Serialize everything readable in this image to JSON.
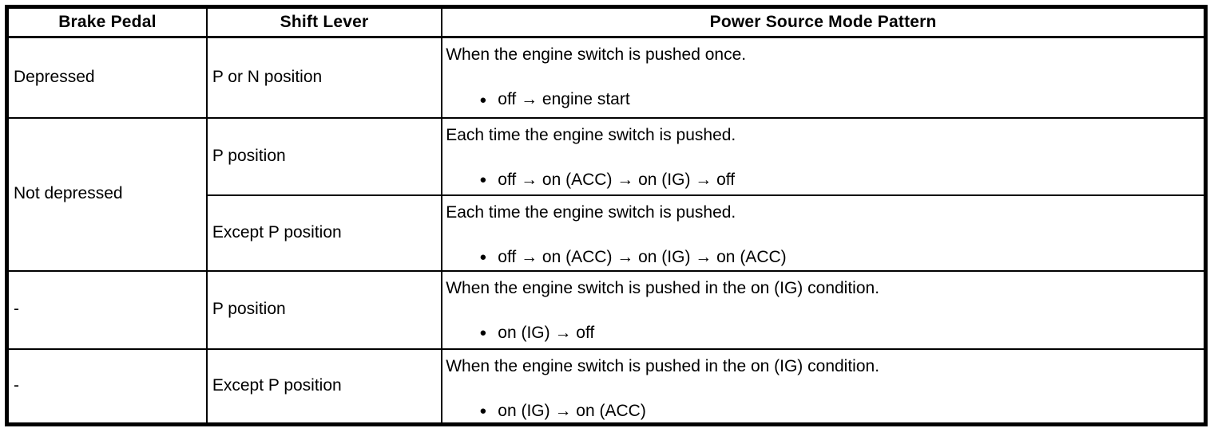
{
  "table": {
    "bullet": "●",
    "columns": [
      {
        "label": "Brake Pedal"
      },
      {
        "label": "Shift Lever"
      },
      {
        "label": "Power Source Mode Pattern"
      }
    ],
    "rows": [
      {
        "brake_pedal": "Depressed",
        "shift_lever": "P or N position",
        "condition": "When the engine switch is pushed once.",
        "pattern": "off → engine start"
      },
      {
        "brake_pedal": "Not depressed",
        "shift_lever": "P position",
        "condition": "Each time the engine switch is pushed.",
        "pattern": "off → on (ACC) → on (IG) → off"
      },
      {
        "shift_lever": "Except P position",
        "condition": "Each time the engine switch is pushed.",
        "pattern": "off → on (ACC) → on (IG) → on (ACC)"
      },
      {
        "brake_pedal": "-",
        "shift_lever": "P position",
        "condition": "When the engine switch is pushed in the on (IG) condition.",
        "pattern": "on (IG) → off"
      },
      {
        "brake_pedal": "-",
        "shift_lever": "Except P position",
        "condition": "When the engine switch is pushed in the on (IG) condition.",
        "pattern": "on (IG) → on (ACC)"
      }
    ]
  }
}
